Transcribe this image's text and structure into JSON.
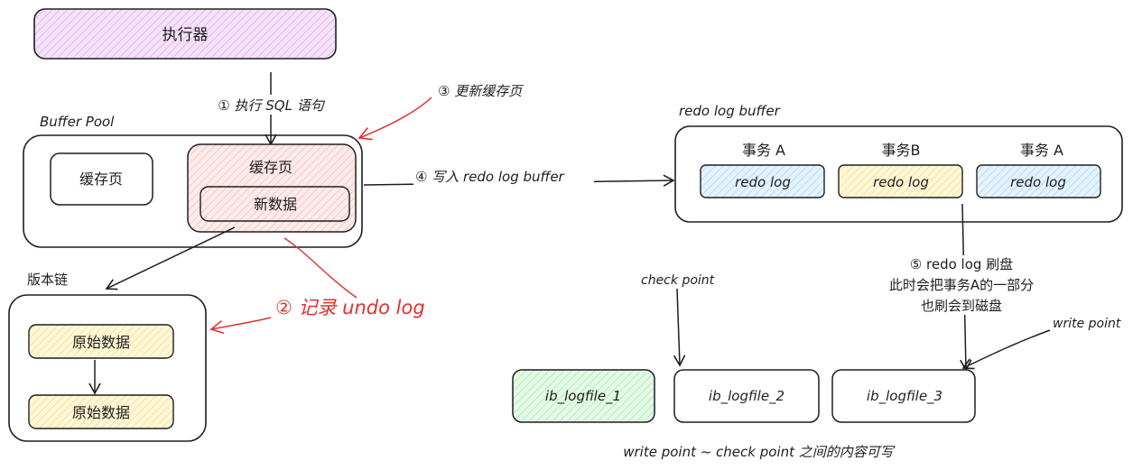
{
  "executor": {
    "label": "执行器"
  },
  "steps": {
    "step1": "① 执行 SQL 语句",
    "step2": "② 记录 undo log",
    "step3": "③ 更新缓存页",
    "step4": "④ 写入 redo log buffer",
    "step5": [
      "⑤ redo log 刷盘",
      "此时会把事务A的一部分",
      "也刷会到磁盘"
    ]
  },
  "buffer_pool": {
    "title": "Buffer Pool",
    "page_left": "缓存页",
    "page_right": "缓存页",
    "new_data": "新数据"
  },
  "version_chain": {
    "title": "版本链",
    "items": [
      "原始数据",
      "原始数据"
    ]
  },
  "redo_log_buffer": {
    "title": "redo log buffer",
    "transactions": [
      {
        "name": "事务 A",
        "entry": "redo log"
      },
      {
        "name": "事务B",
        "entry": "redo log"
      },
      {
        "name": "事务 A",
        "entry": "redo log"
      }
    ]
  },
  "log_files": [
    "ib_logfile_1",
    "ib_logfile_2",
    "ib_logfile_3"
  ],
  "check_point": "check point",
  "write_point": "write point",
  "footer": "write point ~ check point 之间的内容可写",
  "colors": {
    "executor_fill": "#f3d9fa",
    "cache_page_fill": "#ffe3e3",
    "original_data_fill": "#fff3bf",
    "redo_blue_fill": "#d0ebff",
    "redo_yellow_fill": "#fff3bf",
    "logfile_green_fill": "#d3f9d8",
    "annotation_red": "#e03131",
    "stroke": "#1e1e1e"
  }
}
